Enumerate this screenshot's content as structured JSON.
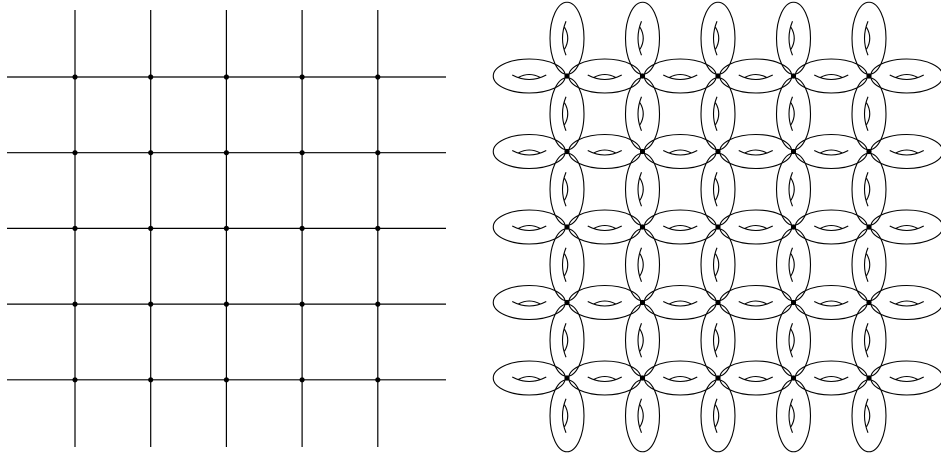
{
  "figure": {
    "left_panel": {
      "kind": "square-grid-graph",
      "rows": 5,
      "columns": 5,
      "vertex_marker": "filled-dot"
    },
    "right_panel": {
      "kind": "torus-tiling",
      "rows": 5,
      "columns": 5,
      "horizontal_torus_hole": "smile-handle",
      "vertical_torus_hole": "bracket-handle",
      "vertex_marker": "filled-dot"
    },
    "colors": {
      "stroke": "#000000",
      "background": "#ffffff"
    }
  }
}
